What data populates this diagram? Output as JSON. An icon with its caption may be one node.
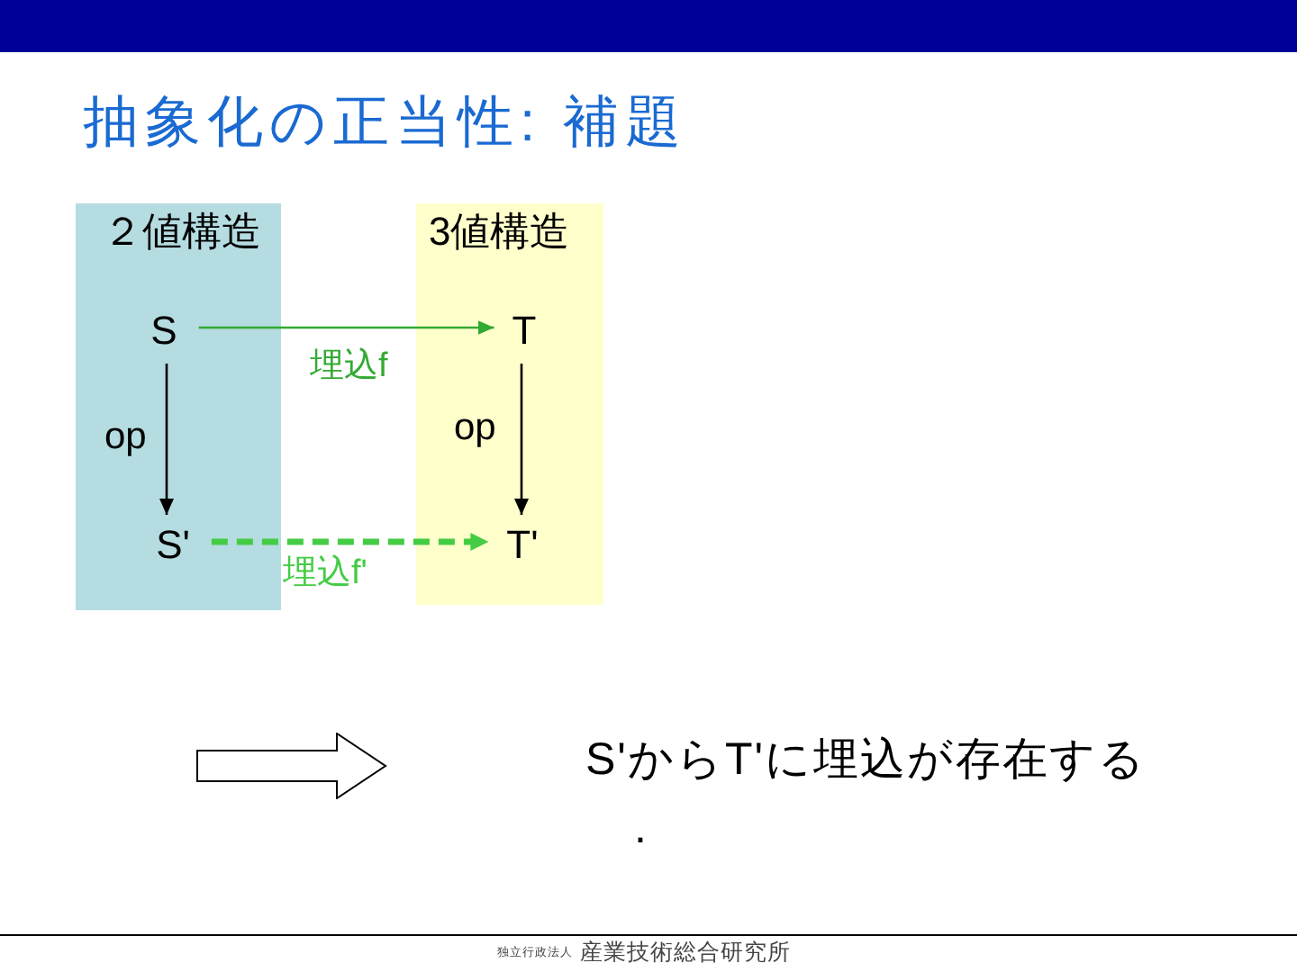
{
  "diagram": {
    "title": "抽象化の正当性: 補題",
    "nodes": [
      {
        "text": [
          "２値構造"
        ]
      },
      {
        "text": [
          "3値構造"
        ]
      },
      {
        "text": [
          "S"
        ],
        "in": 0
      },
      {
        "text": [
          "S'"
        ],
        "in": 0
      },
      {
        "text": [
          "T"
        ],
        "in": 1
      },
      {
        "text": [
          "T'"
        ],
        "in": 1
      }
    ],
    "edges": [
      {
        "from": 2,
        "to": 4,
        "arrow": "to",
        "label": "埋込f",
        "color": "#33aa33"
      },
      {
        "from": 2,
        "to": 3,
        "arrow": "to",
        "label": "op"
      },
      {
        "from": 4,
        "to": 5,
        "arrow": "to",
        "label": "op"
      },
      {
        "from": 3,
        "to": 5,
        "arrow": "to",
        "label": "埋込f'",
        "style": "dashed",
        "color": "#44cc44"
      }
    ],
    "labels": [
      "S'からT'に埋込が存在する",
      ".",
      "独立行政法人",
      "産業技術総合研究所"
    ]
  }
}
